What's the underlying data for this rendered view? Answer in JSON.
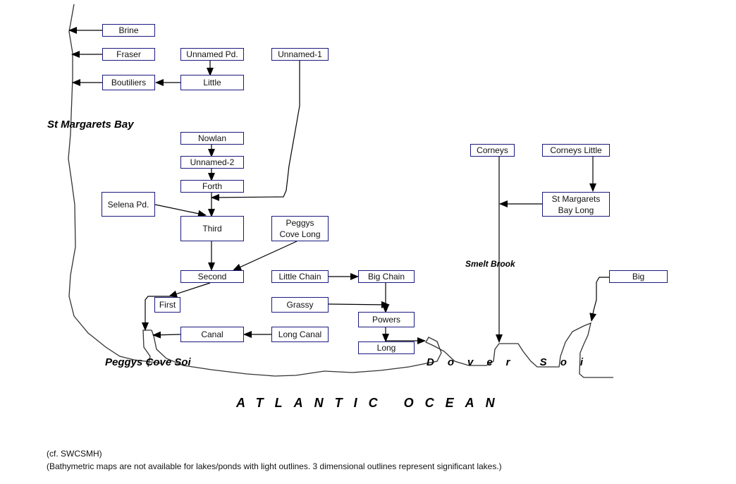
{
  "lakes": {
    "brine": "Brine",
    "fraser": "Fraser",
    "unnamed_pd": "Unnamed Pd.",
    "unnamed_1": "Unnamed-1",
    "boutiliers": "Boutiliers",
    "little": "Little",
    "nowlan": "Nowlan",
    "unnamed_2": "Unnamed-2",
    "forth": "Forth",
    "selena_pd": "Selena Pd.",
    "third": "Third",
    "peggys_cove_long": "Peggys Cove Long",
    "second": "Second",
    "little_chain": "Little Chain",
    "big_chain": "Big Chain",
    "first": "First",
    "grassy": "Grassy",
    "powers": "Powers",
    "canal": "Canal",
    "long_canal": "Long Canal",
    "long": "Long",
    "corneys": "Corneys",
    "corneys_little": "Corneys Little",
    "st_margarets_bay_long": "St Margarets Bay Long",
    "big": "Big"
  },
  "flows": [
    [
      "Brine",
      "St Margarets Bay"
    ],
    [
      "Fraser",
      "St Margarets Bay"
    ],
    [
      "Unnamed Pd.",
      "Little"
    ],
    [
      "Little",
      "Boutiliers"
    ],
    [
      "Boutiliers",
      "St Margarets Bay"
    ],
    [
      "Nowlan",
      "Unnamed-2"
    ],
    [
      "Unnamed-2",
      "Forth"
    ],
    [
      "Forth",
      "Third"
    ],
    [
      "Unnamed-1",
      "Third"
    ],
    [
      "Selena Pd.",
      "Third"
    ],
    [
      "Third",
      "Second"
    ],
    [
      "Peggys Cove Long",
      "Second"
    ],
    [
      "Second",
      "First"
    ],
    [
      "First",
      "Peggys Cove Soi"
    ],
    [
      "Long Canal",
      "Canal"
    ],
    [
      "Canal",
      "Peggys Cove Soi"
    ],
    [
      "Little Chain",
      "Big Chain"
    ],
    [
      "Big Chain",
      "Powers"
    ],
    [
      "Grassy",
      "Powers"
    ],
    [
      "Powers",
      "Long"
    ],
    [
      "Long",
      "Dover Soi"
    ],
    [
      "Corneys Little",
      "St Margarets Bay Long"
    ],
    [
      "St Margarets Bay Long",
      "Smelt Brook"
    ],
    [
      "Corneys",
      "Dover Soi"
    ],
    [
      "Big",
      "Dover Soi"
    ]
  ],
  "places": {
    "st_margarets_bay": "St Margarets Bay",
    "smelt_brook": "Smelt Brook",
    "peggys_cove_soi": "Peggys Cove Soi",
    "dover_soi": "Dover Soi",
    "atlantic_ocean": "ATLANTIC OCEAN"
  },
  "notes": {
    "source": "(cf. SWCSMH)",
    "legend": "(Bathymetric maps are not available for lakes/ponds with light outlines. 3 dimensional outlines represent significant lakes.)"
  },
  "colors": {
    "box_border": "#1a1a80",
    "line": "#000000",
    "coast": "#333333"
  }
}
